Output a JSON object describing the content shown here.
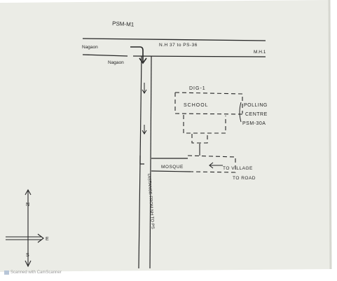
{
  "page": {
    "watermark_text": "Scanned with CamScanner"
  },
  "sketch": {
    "title": "PSM-M1",
    "road_left_upper": "Nagaon",
    "road_center": "N.H 37 to PS-36",
    "road_right": "M.H.1",
    "road_left_lower": "Nagaon",
    "block_top_label": "DIG-1",
    "school_label": "SCHOOL",
    "polling_centre_lines": [
      "POLLING",
      "CENTRE",
      "PSM-30A"
    ],
    "mosque_label": "MOSQUE",
    "to_village_lines": [
      "TO VILLAGE",
      "TO ROAD"
    ],
    "vertical_road_label": "DISTANCE FROM NH TO PS",
    "compass_north": "N",
    "compass_east": "E",
    "compass_south": "S"
  },
  "colors": {
    "paper": "#ebece6",
    "pencil": "#262626",
    "edge_shadow": "#d6d7d0",
    "watermark": "#9a9a9a"
  }
}
